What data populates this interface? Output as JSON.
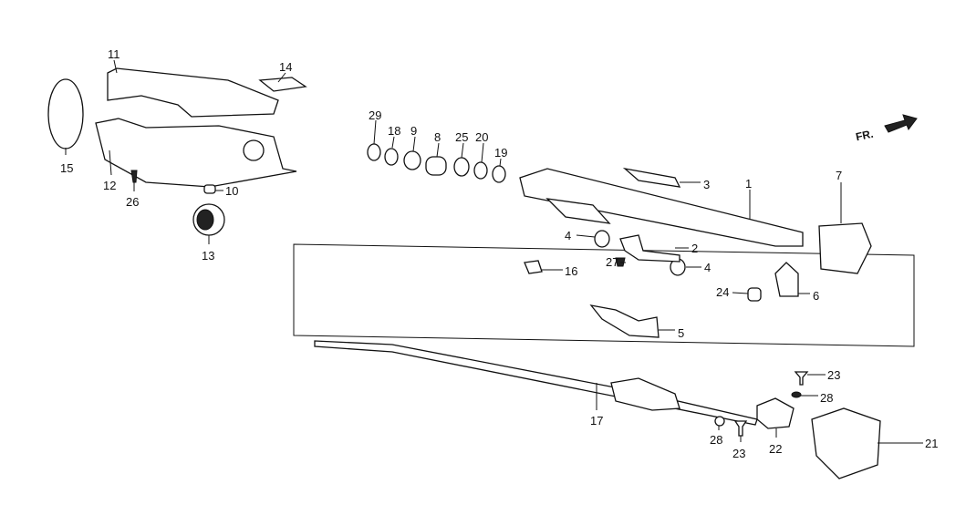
{
  "diagram": {
    "direction_marker": "FR.",
    "labels": {
      "l1": "1",
      "l2": "2",
      "l3": "3",
      "l4a": "4",
      "l4b": "4",
      "l5": "5",
      "l6": "6",
      "l7": "7",
      "l8": "8",
      "l9": "9",
      "l10": "10",
      "l11": "11",
      "l12": "12",
      "l13": "13",
      "l14": "14",
      "l15": "15",
      "l16": "16",
      "l17": "17",
      "l18": "18",
      "l19": "19",
      "l20": "20",
      "l21": "21",
      "l22": "22",
      "l23a": "23",
      "l23b": "23",
      "l24": "24",
      "l25": "25",
      "l26": "26",
      "l27": "27",
      "l28a": "28",
      "l28b": "28",
      "l29": "29"
    }
  }
}
